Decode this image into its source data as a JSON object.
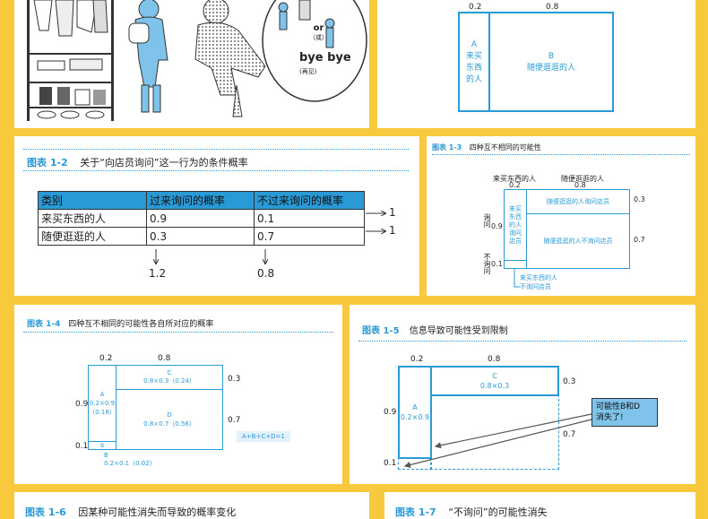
{
  "comic": {
    "bubble_or": "or",
    "bubble_or_paren": "（或）",
    "bubble_bye": "bye bye",
    "bubble_bye_paren": "(再见)"
  },
  "fig_top": {
    "col_a": "0.2",
    "col_b": "0.8",
    "box_a": "A\n来买\n东西\n的人",
    "box_b": "B\n随便逛逛的人"
  },
  "fig2": {
    "num": "图表 1-2",
    "title": "关于“向店员询问”这一行为的条件概率",
    "headers": [
      "类别",
      "过来询问的概率",
      "不过来询问的概率"
    ],
    "rows": [
      [
        "来买东西的人",
        "0.9",
        "0.1"
      ],
      [
        "随便逛逛的人",
        "0.3",
        "0.7"
      ]
    ],
    "row_sums": [
      "1",
      "1"
    ],
    "col_sums": [
      "1.2",
      "0.8"
    ]
  },
  "fig3": {
    "num": "图表 1-3",
    "title": "四种互不相同的可能性",
    "col1_label": "来买东西的人",
    "col1_val": "0.2",
    "col2_label": "随便逛逛的人",
    "col2_val": "0.8",
    "row_ask": "询问",
    "row_ask_val": "0.9",
    "row_noask": "不询问",
    "row_noask_val": "0.1",
    "cell_a": "来买东西的人询问店员",
    "cell_c": "随便逛逛的人询问店员",
    "cell_d": "随便逛逛的人不询问店员",
    "right_top": "0.3",
    "right_bottom": "0.7",
    "callout": "来买东西的人\n不询问店员"
  },
  "fig4": {
    "num": "图表 1-4",
    "title": "四种互不相同的可能性各自所对应的概率",
    "top_left": "0.2",
    "top_right": "0.8",
    "left_09": "0.9",
    "left_01": "0.1",
    "right_03": "0.3",
    "right_07": "0.7",
    "cell_a": "A\n0.2×0.9\n（0.18）",
    "cell_c": "C\n0.8×0.3（0.24）",
    "cell_d": "D\n0.8×0.7（0.56）",
    "cell_b_mark": "B",
    "cell_b_text": "0.2×0.1（0.02）",
    "sum": "A+B+C+D=1"
  },
  "fig5": {
    "num": "图表 1-5",
    "title": "信息导致可能性受到限制",
    "top_left": "0.2",
    "top_right": "0.8",
    "left_09": "0.9",
    "left_01": "0.1",
    "right_03": "0.3",
    "right_07": "0.7",
    "cell_a": "A\n0.2×0.9",
    "cell_c": "C\n0.8×0.3",
    "callout": "可能性B和D\n消失了!"
  },
  "fig6": {
    "num": "图表 1-6",
    "title": "因某种可能性消失而导致的概率变化"
  },
  "fig7": {
    "num": "图表 1-7",
    "title": "“不询问”的可能性消失"
  }
}
